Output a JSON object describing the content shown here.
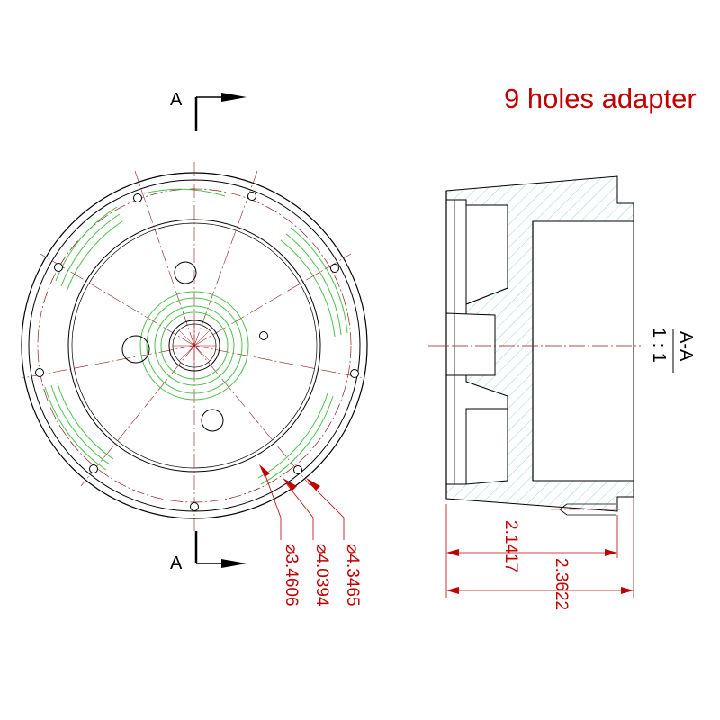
{
  "title": "9 holes adapter",
  "section_marker": {
    "top_letter": "A",
    "bottom_letter": "A"
  },
  "section_view": {
    "label": "A-A",
    "scale": "1 : 1"
  },
  "diameters": [
    {
      "symbol": "⌀",
      "value": "3.4606"
    },
    {
      "symbol": "⌀",
      "value": "4.0394"
    },
    {
      "symbol": "⌀",
      "value": "4.3465"
    }
  ],
  "lengths": [
    {
      "value": "2.1417"
    },
    {
      "value": "2.3622"
    }
  ],
  "colors": {
    "dimension": "#c00000",
    "outline": "#000000",
    "centerline": "#8b1a1a",
    "hatch": "#7fc8d8",
    "circle_green": "#4cc04c"
  }
}
